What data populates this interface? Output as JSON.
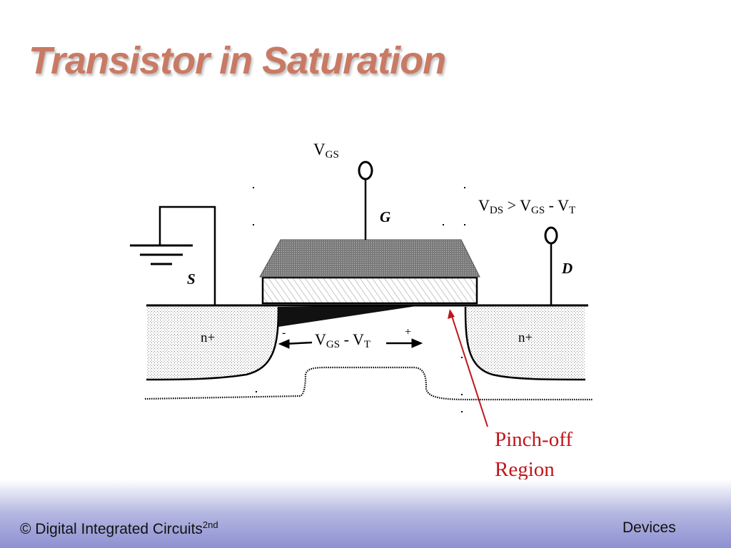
{
  "slide": {
    "title": "Transistor in Saturation"
  },
  "diagram": {
    "vgs_main": "V",
    "vgs_sub": "GS",
    "gate_label": "G",
    "source_label": "S",
    "drain_label": "D",
    "cond_v1": "V",
    "cond_ds": "DS",
    "cond_gt": " > V",
    "cond_gs": "GS",
    "cond_minus": " - V",
    "cond_t": "T",
    "nplus_left": "n+",
    "nplus_right": "n+",
    "channel_minus": "-",
    "channel_plus": "+",
    "chan_v": "V",
    "chan_gs": "GS",
    "chan_minus": " - V",
    "chan_t": "T",
    "pinch_line1": "Pinch-off",
    "pinch_line2": "Region"
  },
  "colors": {
    "title": "#c97a64",
    "annotation_red": "#c0161b",
    "footer_gradient_end": "#8e91d1"
  },
  "footer": {
    "copyright": "© Digital Integrated Circuits",
    "edition": "2nd",
    "section": "Devices"
  }
}
